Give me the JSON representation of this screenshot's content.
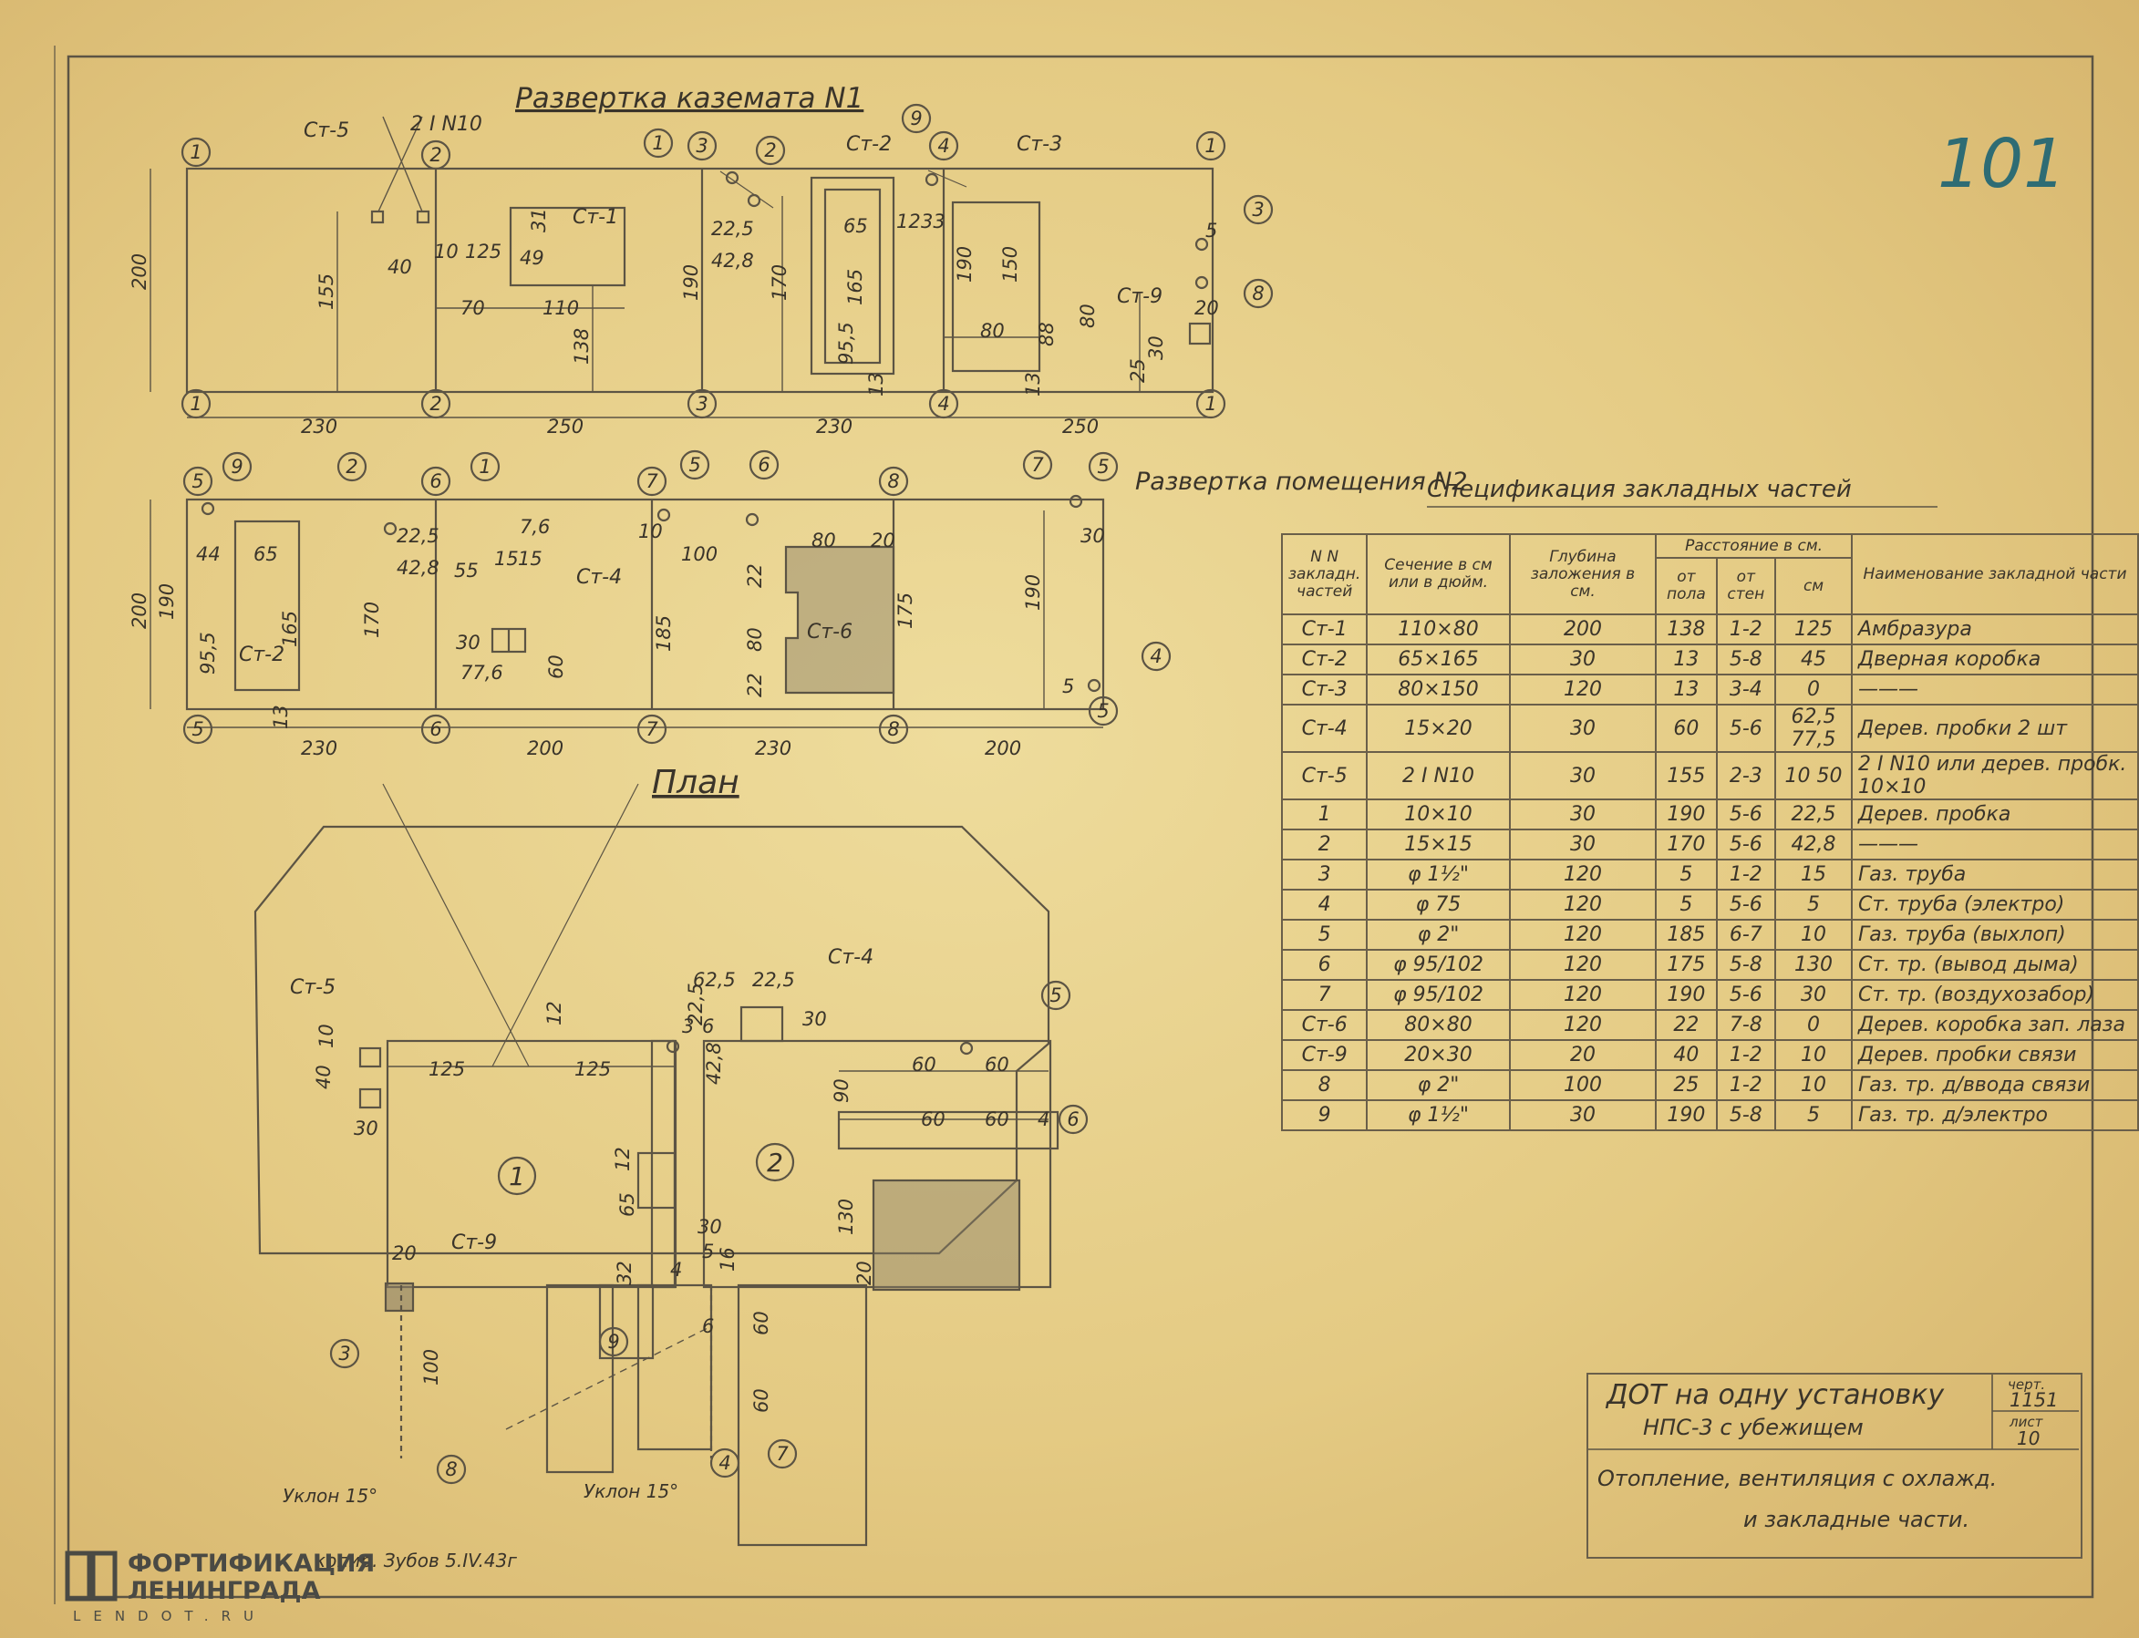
{
  "drawing": {
    "title_casemate_1": "Развертка каземата N1",
    "title_room_2": "Развертка помещения N2",
    "title_plan": "План",
    "sheet_number_mark": "101",
    "axes": {
      "a1": "1",
      "a2": "2",
      "a3": "3",
      "a4": "4",
      "a5": "5",
      "a6": "6",
      "a7": "7",
      "a8": "8",
      "a9": "9"
    },
    "parts": {
      "st1": "Ст-1",
      "st2": "Ст-2",
      "st3": "Ст-3",
      "st4": "Ст-4",
      "st5": "Ст-5",
      "st6": "Ст-6",
      "st9": "Ст-9",
      "beam": "2 I N10"
    },
    "room_ids": {
      "r1": "1",
      "r2": "2"
    },
    "slope_left": "Уклон 15°",
    "slope_right": "Уклон 15°",
    "dims_casemate": {
      "h": "200",
      "a": "230",
      "b": "250",
      "c": "230",
      "d": "250",
      "d155": "155",
      "d40": "40",
      "d10": "10",
      "d125": "125",
      "d49": "49",
      "d31": "31",
      "d70": "70",
      "d110": "110",
      "d138": "138",
      "d190": "190",
      "d22_5": "22,5",
      "d42_8": "42,8",
      "d170": "170",
      "d65": "65",
      "d165": "165",
      "d95_5": "95,5",
      "d13": "13",
      "d12": "12",
      "d33": "33",
      "d190b": "190",
      "d150": "150",
      "d80": "80",
      "d88": "88",
      "d80b": "80",
      "d25": "25",
      "d30": "30",
      "d20": "20",
      "d5": "5",
      "d13b": "13"
    },
    "dims_room2": {
      "h": "200",
      "h190": "190",
      "a": "230",
      "b": "200",
      "c": "230",
      "d": "200",
      "d44": "44",
      "d65": "65",
      "d165": "165",
      "d95_5": "95,5",
      "d13": "13",
      "d170": "170",
      "d22_5": "22,5",
      "d42_8": "42,8",
      "d55": "55",
      "d7_6": "7,6",
      "d15a": "15",
      "d15b": "15",
      "d30": "30",
      "d77_6": "77,6",
      "d60": "60",
      "d10": "10",
      "d100": "100",
      "d185": "185",
      "d22a": "22",
      "d80": "80",
      "d22b": "22",
      "d80b": "80",
      "d20": "20",
      "d175": "175",
      "d190": "190",
      "d30b": "30",
      "d5": "5"
    },
    "dims_plan": {
      "d125a": "125",
      "d125b": "125",
      "d12": "12",
      "d10": "10",
      "d40": "40",
      "d30": "30",
      "d62_5": "62,5",
      "d22_5": "22,5",
      "d3": "3",
      "d6": "6",
      "d22_5b": "22,5",
      "d42_8": "42,8",
      "d30b": "30",
      "d60a": "60",
      "d60b": "60",
      "d60c": "60",
      "d60d": "60",
      "d90": "90",
      "d4": "4",
      "d12b": "12",
      "d65": "65",
      "d32": "32",
      "d30c": "30",
      "d5": "5",
      "d130": "130",
      "d20": "20",
      "d20b": "20",
      "d100": "100",
      "d60e": "60",
      "d60f": "60",
      "d16": "16",
      "d6b": "6",
      "d4b": "4"
    }
  },
  "spec_table": {
    "title": "Спецификация закладных частей",
    "headers": {
      "mark": "N N закладн. частей",
      "section": "Сечение в см или в дюйм.",
      "depth": "Глубина заложения в см.",
      "distance": "Расстояние в см.",
      "from_floor": "от пола",
      "from_wall": "от стен",
      "cm": "см",
      "name": "Наименование закладной части"
    },
    "rows": [
      {
        "mark": "Ст-1",
        "section": "110×80",
        "depth": "200",
        "floor": "138",
        "walls": "1-2",
        "cm": "125",
        "name": "Амбразура"
      },
      {
        "mark": "Ст-2",
        "section": "65×165",
        "depth": "30",
        "floor": "13",
        "walls": "5-8",
        "cm": "45",
        "name": "Дверная коробка"
      },
      {
        "mark": "Ст-3",
        "section": "80×150",
        "depth": "120",
        "floor": "13",
        "walls": "3-4",
        "cm": "0",
        "name": "———"
      },
      {
        "mark": "Ст-4",
        "section": "15×20",
        "depth": "30",
        "floor": "60",
        "walls": "5-6",
        "cm": "62,5 77,5",
        "name": "Дерев. пробки 2 шт"
      },
      {
        "mark": "Ст-5",
        "section": "2 I N10",
        "depth": "30",
        "floor": "155",
        "walls": "2-3",
        "cm": "10 50",
        "name": "2 I N10 или дерев. пробк. 10×10"
      },
      {
        "mark": "1",
        "section": "10×10",
        "depth": "30",
        "floor": "190",
        "walls": "5-6",
        "cm": "22,5",
        "name": "Дерев. пробка"
      },
      {
        "mark": "2",
        "section": "15×15",
        "depth": "30",
        "floor": "170",
        "walls": "5-6",
        "cm": "42,8",
        "name": "———"
      },
      {
        "mark": "3",
        "section": "φ 1½\"",
        "depth": "120",
        "floor": "5",
        "walls": "1-2",
        "cm": "15",
        "name": "Газ. труба"
      },
      {
        "mark": "4",
        "section": "φ 75",
        "depth": "120",
        "floor": "5",
        "walls": "5-6",
        "cm": "5",
        "name": "Ст. труба (электро)"
      },
      {
        "mark": "5",
        "section": "φ 2\"",
        "depth": "120",
        "floor": "185",
        "walls": "6-7",
        "cm": "10",
        "name": "Газ. труба (выхлоп)"
      },
      {
        "mark": "6",
        "section": "φ 95/102",
        "depth": "120",
        "floor": "175",
        "walls": "5-8",
        "cm": "130",
        "name": "Ст. тр. (вывод дыма)"
      },
      {
        "mark": "7",
        "section": "φ 95/102",
        "depth": "120",
        "floor": "190",
        "walls": "5-6",
        "cm": "30",
        "name": "Ст. тр. (воздухозабор)"
      },
      {
        "mark": "Ст-6",
        "section": "80×80",
        "depth": "120",
        "floor": "22",
        "walls": "7-8",
        "cm": "0",
        "name": "Дерев. коробка зап. лаза"
      },
      {
        "mark": "Ст-9",
        "section": "20×30",
        "depth": "20",
        "floor": "40",
        "walls": "1-2",
        "cm": "10",
        "name": "Дерев. пробки связи"
      },
      {
        "mark": "8",
        "section": "φ 2\"",
        "depth": "100",
        "floor": "25",
        "walls": "1-2",
        "cm": "10",
        "name": "Газ. тр. д/ввода связи"
      },
      {
        "mark": "9",
        "section": "φ 1½\"",
        "depth": "30",
        "floor": "190",
        "walls": "5-8",
        "cm": "5",
        "name": "Газ. тр. д/электро"
      }
    ]
  },
  "stamp": {
    "title": "ДОТ на одну установку",
    "subtitle": "НПС-3 с убежищем",
    "drawing_no_label": "черт.",
    "drawing_no": "1151",
    "sheet_label": "лист",
    "sheet_no": "10",
    "description_1": "Отопление, вентиляция с охлажд.",
    "description_2": "и закладные части."
  },
  "copy_note": "копир. Зубов 5.IV.43г",
  "watermark": {
    "line1": "ФОРТИФИКАЦИЯ",
    "line2": "ЛЕНИНГРАДА",
    "line3": "LENDOT.RU"
  }
}
